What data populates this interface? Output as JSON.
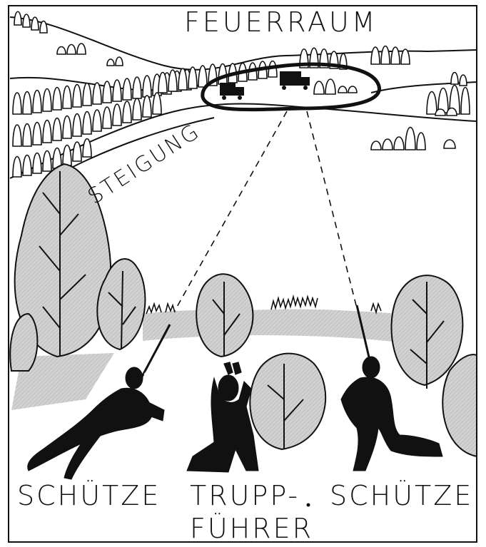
{
  "labels": {
    "fire_area": "FEUERRAUM",
    "slope": "STEIGUNG",
    "shooter_left": "SCHÜTZE",
    "squad_leader_line1": "TRUPP-",
    "squad_leader_line2": "FÜHRER",
    "shooter_right": "SCHÜTZE"
  },
  "colors": {
    "ink": "#111111",
    "shade": "#c9c9c9",
    "paper": "#ffffff"
  }
}
